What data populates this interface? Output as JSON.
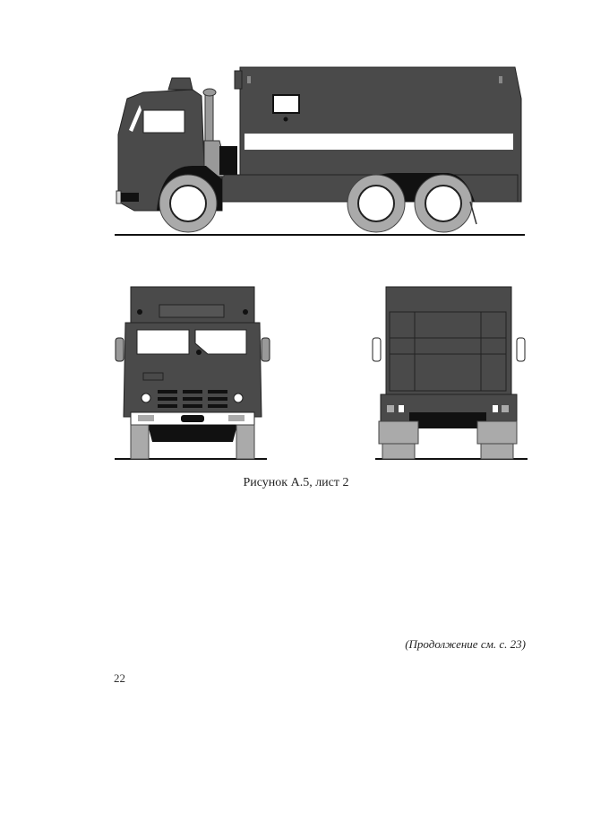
{
  "figure": {
    "caption": "Рисунок А.5, лист 2",
    "views": [
      {
        "name": "side-view",
        "description": "truck with van body, side"
      },
      {
        "name": "front-view",
        "description": "truck front"
      },
      {
        "name": "rear-view",
        "description": "truck rear"
      }
    ],
    "colors": {
      "body": "#4a4a4a",
      "tire": "#aaaaaa",
      "stripe": "#ffffff",
      "black": "#0a0a0a"
    }
  },
  "footer": {
    "continuation": "(Продолжение см. с. 23)",
    "page_number": "22"
  }
}
